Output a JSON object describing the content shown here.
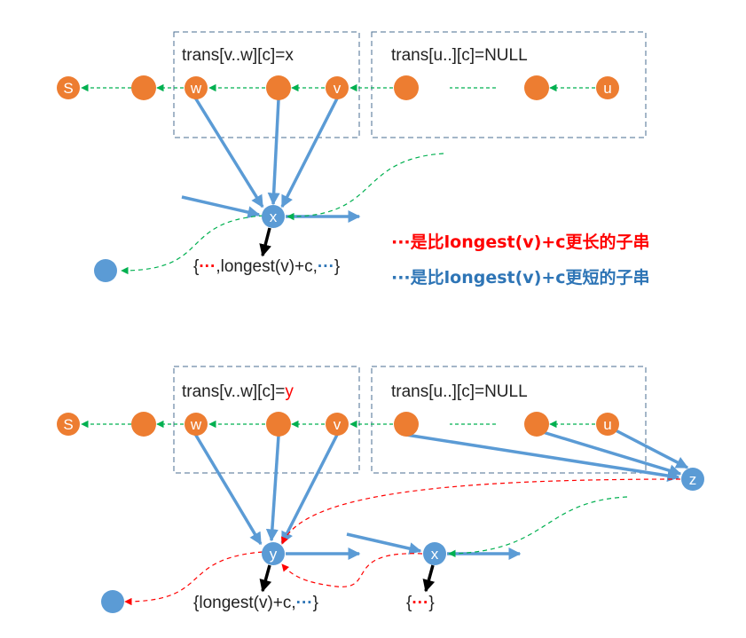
{
  "colors": {
    "orange": "#ED7D31",
    "blue": "#5B9BD5",
    "green": "#00B050",
    "red": "#FF0000",
    "legend_blue": "#2E75B6",
    "black": "#000000",
    "box": "#4A6E92"
  },
  "top": {
    "box_left_label": "trans[v..w][c]=x",
    "box_right_label": "trans[u..][c]=NULL",
    "node_s": "S",
    "node_w": "w",
    "node_v": "v",
    "node_u": "u",
    "node_x": "x",
    "set_open": "{",
    "set_dots1": "···",
    "set_mid": ",longest(v)+c,",
    "set_dots2": "···",
    "set_close": "}"
  },
  "legend": {
    "red_dots": "···",
    "red_text": "是比longest(v)+c更长的子串",
    "blue_dots": "···",
    "blue_text": "是比longest(v)+c更短的子串"
  },
  "bottom": {
    "box_left_label_prefix": "trans[v..w][c]=",
    "box_left_label_y": "y",
    "box_right_label": "trans[u..][c]=NULL",
    "node_s": "S",
    "node_w": "w",
    "node_v": "v",
    "node_u": "u",
    "node_z": "z",
    "node_y": "y",
    "node_x": "x",
    "set_y_text": "{longest(v)+c,",
    "set_y_dots": "···",
    "set_y_close": "}",
    "set_x_open": "{",
    "set_x_dots": "···",
    "set_x_close": "}"
  }
}
